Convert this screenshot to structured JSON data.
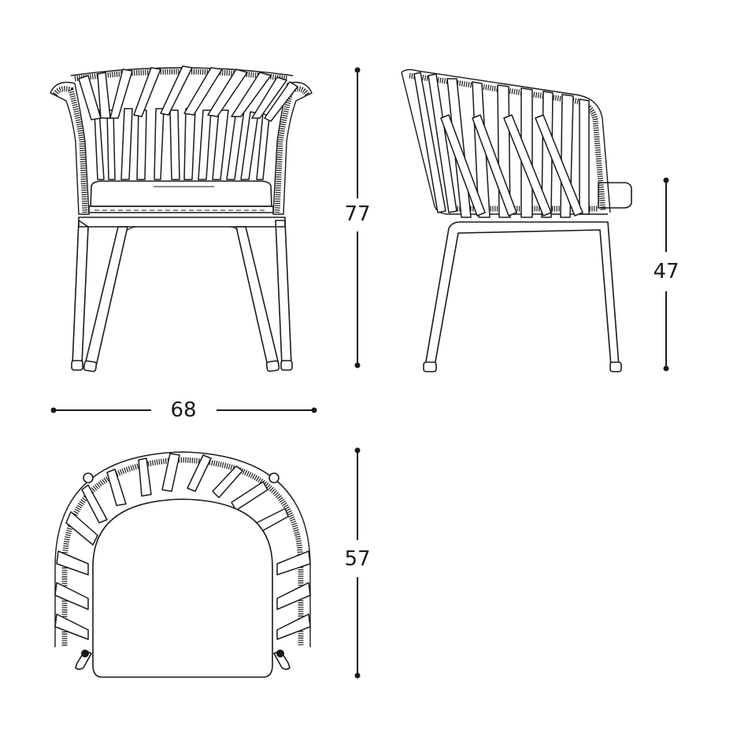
{
  "drawing": {
    "subject": "woven rope armchair",
    "views": [
      "front-view",
      "side-view",
      "top-view"
    ],
    "line_color": "#1a1a1a",
    "background": "#ffffff"
  },
  "dimensions": {
    "height": {
      "value": "77",
      "orientation": "vertical",
      "view": "front-view"
    },
    "seat_height": {
      "value": "47",
      "orientation": "vertical",
      "view": "side-view"
    },
    "width": {
      "value": "68",
      "orientation": "horizontal",
      "view": "front-view"
    },
    "depth": {
      "value": "57",
      "orientation": "vertical",
      "view": "top-view"
    }
  }
}
